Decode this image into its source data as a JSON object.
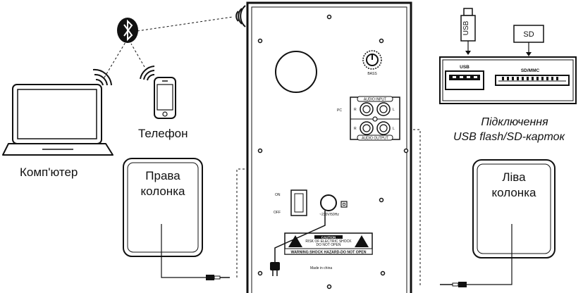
{
  "labels": {
    "computer": "Комп'ютер",
    "phone": "Телефон",
    "right_speaker_line1": "Права",
    "right_speaker_line2": "колонка",
    "left_speaker_line1": "Ліва",
    "left_speaker_line2": "колонка",
    "usb_caption_line1": "Підключення",
    "usb_caption_line2": "USB flash/SD-карток",
    "usb_stick": "USB",
    "sd_card": "SD"
  },
  "panel": {
    "bass": "BASS",
    "audio_input": "AUDIO INPUT",
    "audio_output": "AUDIO OUTPUT",
    "pc": "PC",
    "r1": "R",
    "l1": "L",
    "r2": "R",
    "l2": "L",
    "on": "ON",
    "off": "OFF",
    "power_rating": "~230V/50Hz",
    "caution_title": "CAUTION",
    "caution_line1": "RISK OF ELECTRIC SHOCK",
    "caution_line2": "DO NOT OPEN",
    "warning": "WARNING:SHOCK HAZARD-DO NOT OPEN",
    "made_in": "Made in china"
  },
  "usb_module": {
    "usb_port": "USB",
    "sd_port": "SD/MMC"
  },
  "colors": {
    "stroke": "#111111",
    "background": "#ffffff"
  }
}
